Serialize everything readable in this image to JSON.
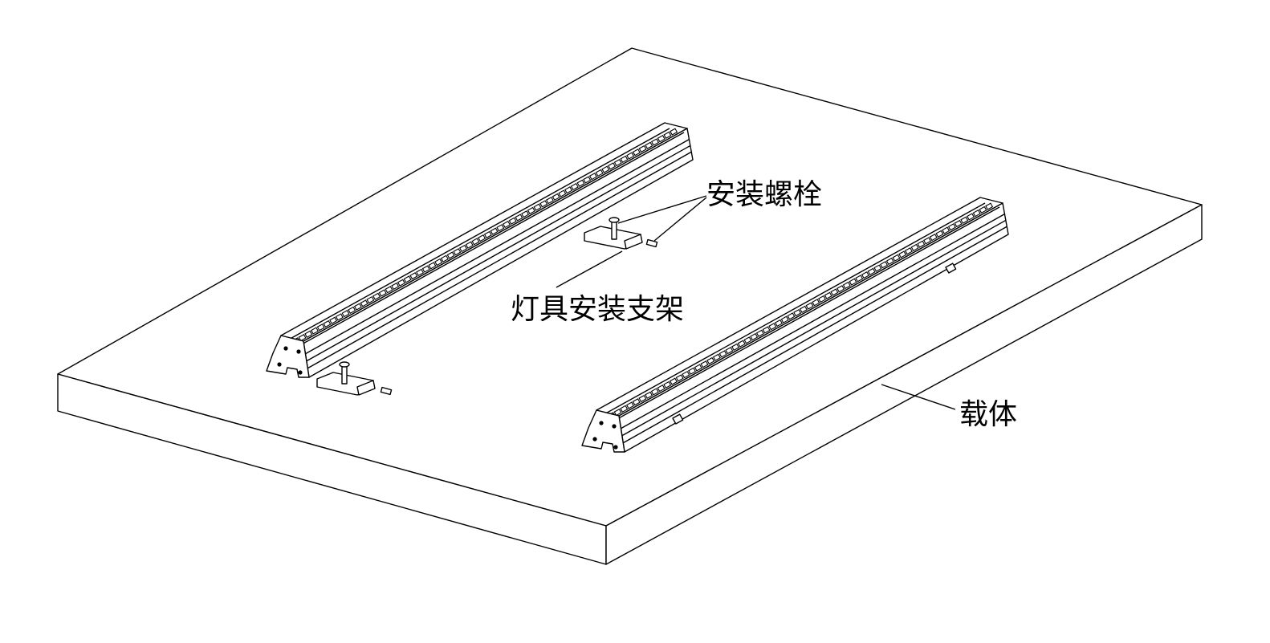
{
  "labels": {
    "bolts": "安装螺栓",
    "bracket": "灯具安装支架",
    "carrier": "载体"
  },
  "colors": {
    "line": "#000000",
    "background": "#ffffff"
  }
}
